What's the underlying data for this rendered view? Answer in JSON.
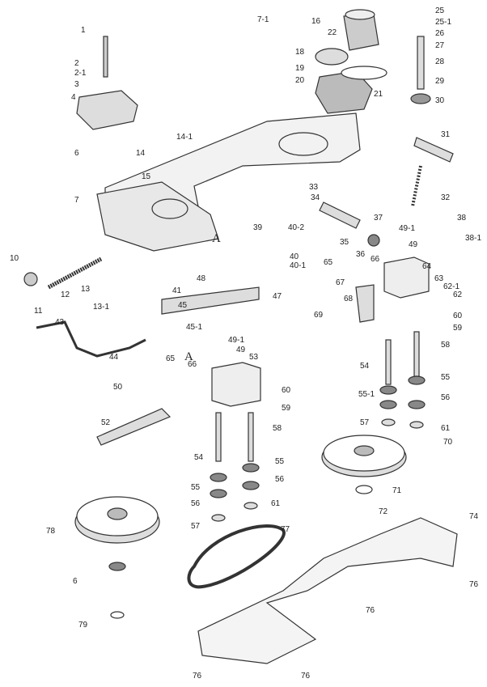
{
  "labels": [
    "7-1",
    "16",
    "22",
    "25",
    "25-1",
    "26",
    "27",
    "28",
    "29",
    "30",
    "18",
    "19",
    "20",
    "21",
    "1",
    "2",
    "2-1",
    "3",
    "4",
    "6",
    "14",
    "14-1",
    "15",
    "31",
    "32",
    "33",
    "34",
    "7",
    "37",
    "38",
    "38-1",
    "39",
    "40-2",
    "40",
    "40-1",
    "49-1",
    "49",
    "35",
    "36",
    "65",
    "66",
    "64",
    "63",
    "62-1",
    "62",
    "10",
    "12",
    "13",
    "13-1",
    "11",
    "41",
    "45",
    "45-1",
    "48",
    "47",
    "67",
    "68",
    "69",
    "60",
    "59",
    "43",
    "44",
    "49-1",
    "49",
    "53",
    "65",
    "66",
    "58",
    "54",
    "55",
    "55-1",
    "56",
    "57",
    "61",
    "50",
    "60",
    "59",
    "58",
    "52",
    "54",
    "55",
    "56",
    "55",
    "56",
    "57",
    "61",
    "70",
    "71",
    "72",
    "74",
    "77",
    "78",
    "6",
    "79",
    "76",
    "76",
    "76",
    "76"
  ],
  "section_marks": [
    "A",
    "A"
  ]
}
